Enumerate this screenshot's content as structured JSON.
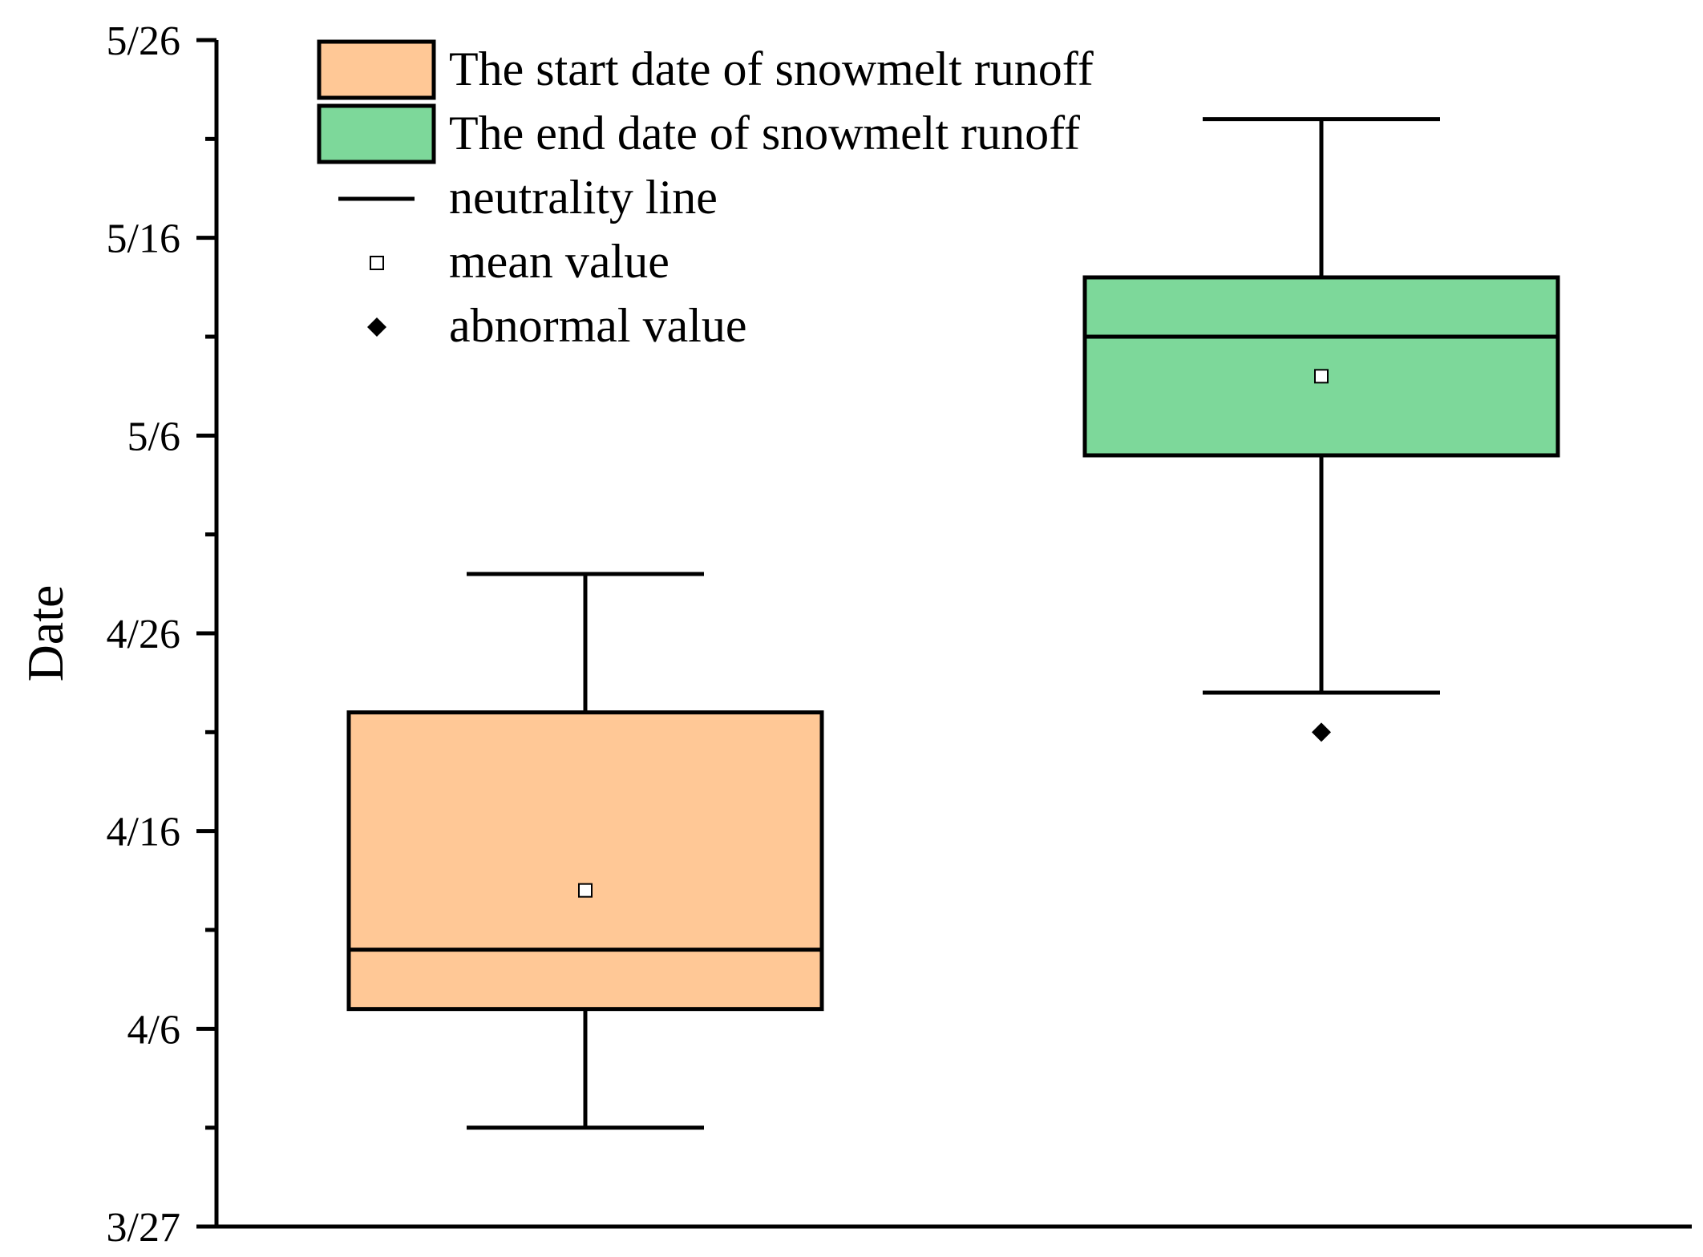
{
  "chart_data": {
    "type": "box",
    "ylabel": "Date",
    "xlabel": "",
    "y_axis": {
      "ylim": [
        "3/27",
        "5/26"
      ],
      "tick_labels": [
        "3/27",
        "4/6",
        "4/16",
        "4/26",
        "5/6",
        "5/16",
        "5/26"
      ]
    },
    "series": [
      {
        "name": "The start date of snowmelt runoff",
        "color": "#FFC896",
        "whisker_low": "4/1",
        "q1": "4/7",
        "median": "4/10",
        "mean": "4/13",
        "q3": "4/22",
        "whisker_high": "4/29"
      },
      {
        "name": "The end date of snowmelt runoff",
        "color": "#7DD89A",
        "whisker_low": "4/23",
        "q1": "5/5",
        "median": "5/11",
        "mean": "5/9",
        "q3": "5/14",
        "whisker_high": "5/22",
        "outliers": [
          "4/21"
        ]
      }
    ],
    "legend": {
      "placement": "top-left",
      "entries": [
        {
          "label": "The start date of snowmelt runoff",
          "symbol": "box",
          "color": "#FFC896"
        },
        {
          "label": "The end date of snowmelt runoff",
          "symbol": "box",
          "color": "#7DD89A"
        },
        {
          "label": "neutrality line",
          "symbol": "line"
        },
        {
          "label": "mean value",
          "symbol": "open-square"
        },
        {
          "label": "abnormal value",
          "symbol": "filled-diamond"
        }
      ]
    },
    "grid": false
  }
}
